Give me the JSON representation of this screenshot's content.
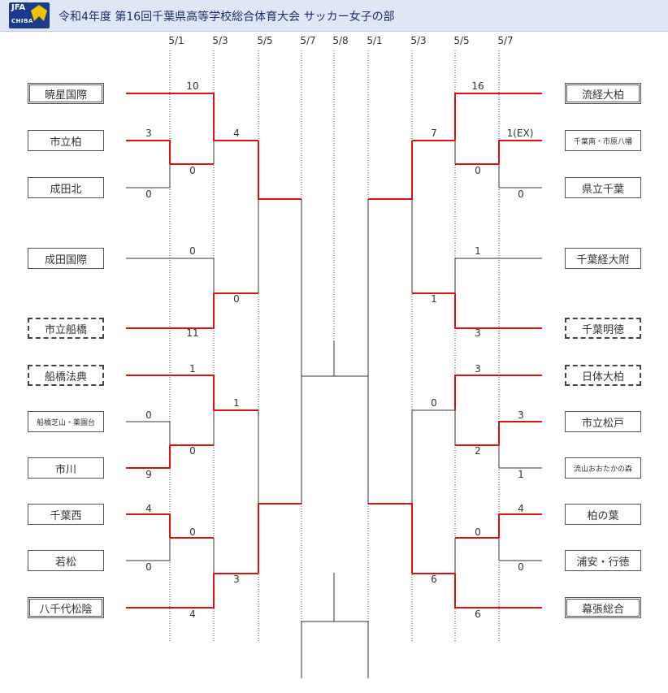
{
  "title": "令和4年度 第16回千葉県高等学校総合体育大会 サッカー女子の部",
  "logo": {
    "line1": "JFA",
    "line2": "CHIBA"
  },
  "colors": {
    "win": "#e01010",
    "lose": "#333333",
    "grid": "#444444",
    "header_bg": "#dfe7f6"
  },
  "dates": {
    "left": [
      "5/1",
      "5/3",
      "5/5",
      "5/7"
    ],
    "center": "5/8",
    "right": [
      "5/7",
      "5/5",
      "5/3",
      "5/1"
    ]
  },
  "left_teams": [
    {
      "name": "暁星国際",
      "border": "double"
    },
    {
      "name": "市立柏",
      "border": "solid"
    },
    {
      "name": "成田北",
      "border": "solid"
    },
    {
      "name": "成田国際",
      "border": "solid"
    },
    {
      "name": "市立船橋",
      "border": "dashed"
    },
    {
      "name": "船橋法典",
      "border": "dashed"
    },
    {
      "name": "船橋芝山・薬園台",
      "border": "solid",
      "small": true
    },
    {
      "name": "市川",
      "border": "solid"
    },
    {
      "name": "千葉西",
      "border": "solid"
    },
    {
      "name": "若松",
      "border": "solid"
    },
    {
      "name": "八千代松陰",
      "border": "double"
    }
  ],
  "right_teams": [
    {
      "name": "流経大柏",
      "border": "double"
    },
    {
      "name": "千葉南・市原八幡",
      "border": "solid",
      "small": true
    },
    {
      "name": "県立千葉",
      "border": "solid"
    },
    {
      "name": "千葉経大附",
      "border": "solid"
    },
    {
      "name": "千葉明徳",
      "border": "dashed"
    },
    {
      "name": "日体大柏",
      "border": "dashed"
    },
    {
      "name": "市立松戸",
      "border": "solid"
    },
    {
      "name": "流山おおたかの森",
      "border": "solid",
      "small": true
    },
    {
      "name": "柏の葉",
      "border": "solid"
    },
    {
      "name": "浦安・行徳",
      "border": "solid"
    },
    {
      "name": "幕張総合",
      "border": "double"
    }
  ],
  "scores": {
    "left": [
      {
        "id": "l-r1a-top",
        "text": "3"
      },
      {
        "id": "l-r1a-bot",
        "text": "0"
      },
      {
        "id": "l-r1b-top",
        "text": "0"
      },
      {
        "id": "l-r1b-bot",
        "text": "9"
      },
      {
        "id": "l-r1c-top",
        "text": "4"
      },
      {
        "id": "l-r1c-bot",
        "text": "0"
      },
      {
        "id": "l-r2a-top",
        "text": "10"
      },
      {
        "id": "l-r2a-bot",
        "text": "0"
      },
      {
        "id": "l-r2b-top",
        "text": "0"
      },
      {
        "id": "l-r2b-bot",
        "text": "11"
      },
      {
        "id": "l-r2c-top",
        "text": "1"
      },
      {
        "id": "l-r2c-bot",
        "text": "0"
      },
      {
        "id": "l-r2d-top",
        "text": "0"
      },
      {
        "id": "l-r2d-bot",
        "text": "4"
      },
      {
        "id": "l-r3a-top",
        "text": "4"
      },
      {
        "id": "l-r3a-bot",
        "text": "0"
      },
      {
        "id": "l-r3b-top",
        "text": "1"
      },
      {
        "id": "l-r3b-bot",
        "text": "3"
      }
    ],
    "right": [
      {
        "id": "r-r1a-top",
        "text": "1(EX)"
      },
      {
        "id": "r-r1a-bot",
        "text": "0"
      },
      {
        "id": "r-r1b-top",
        "text": "3"
      },
      {
        "id": "r-r1b-bot",
        "text": "1"
      },
      {
        "id": "r-r1c-top",
        "text": "4"
      },
      {
        "id": "r-r1c-bot",
        "text": "0"
      },
      {
        "id": "r-r2a-top",
        "text": "16"
      },
      {
        "id": "r-r2a-bot",
        "text": "0"
      },
      {
        "id": "r-r2b-top",
        "text": "1"
      },
      {
        "id": "r-r2b-bot",
        "text": "3"
      },
      {
        "id": "r-r2c-top",
        "text": "3"
      },
      {
        "id": "r-r2c-bot",
        "text": "2"
      },
      {
        "id": "r-r2d-top",
        "text": "0"
      },
      {
        "id": "r-r2d-bot",
        "text": "6"
      },
      {
        "id": "r-r3a-top",
        "text": "7"
      },
      {
        "id": "r-r3a-bot",
        "text": "1"
      },
      {
        "id": "r-r3b-top",
        "text": "0"
      },
      {
        "id": "r-r3b-bot",
        "text": "6"
      }
    ]
  }
}
